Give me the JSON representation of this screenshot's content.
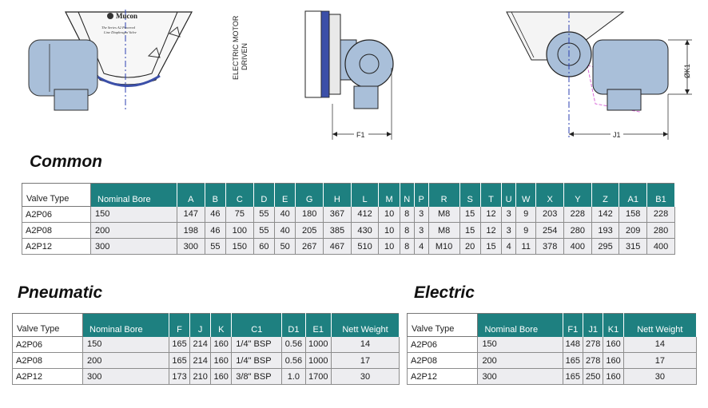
{
  "drawings": {
    "logo_name": "Mucon",
    "logo_tagline": "The Series A2 Powered Line Diaphragm Valve",
    "motor_label": [
      "ELECTRIC MOTOR",
      "DRIVEN"
    ],
    "dim_f1": "F1",
    "dim_j1": "J1",
    "dim_k1": "ØK1"
  },
  "common": {
    "title": "Common",
    "headers": [
      "Valve Type",
      "Nominal Bore",
      "A",
      "B",
      "C",
      "D",
      "E",
      "G",
      "H",
      "L",
      "M",
      "N",
      "P",
      "R",
      "S",
      "T",
      "U",
      "W",
      "X",
      "Y",
      "Z",
      "A1",
      "B1"
    ],
    "rows": [
      [
        "A2P06",
        "150",
        "147",
        "46",
        "75",
        "55",
        "40",
        "180",
        "367",
        "412",
        "10",
        "8",
        "3",
        "M8",
        "15",
        "12",
        "3",
        "9",
        "203",
        "228",
        "142",
        "158",
        "228"
      ],
      [
        "A2P08",
        "200",
        "198",
        "46",
        "100",
        "55",
        "40",
        "205",
        "385",
        "430",
        "10",
        "8",
        "3",
        "M8",
        "15",
        "12",
        "3",
        "9",
        "254",
        "280",
        "193",
        "209",
        "280"
      ],
      [
        "A2P12",
        "300",
        "300",
        "55",
        "150",
        "60",
        "50",
        "267",
        "467",
        "510",
        "10",
        "8",
        "4",
        "M10",
        "20",
        "15",
        "4",
        "11",
        "378",
        "400",
        "295",
        "315",
        "400"
      ]
    ]
  },
  "pneumatic": {
    "title": "Pneumatic",
    "headers": [
      "Valve Type",
      "Nominal Bore",
      "F",
      "J",
      "K",
      "C1",
      "D1",
      "E1",
      "Nett Weight"
    ],
    "rows": [
      [
        "A2P06",
        "150",
        "165",
        "214",
        "160",
        "1/4\" BSP",
        "0.56",
        "1000",
        "14"
      ],
      [
        "A2P08",
        "200",
        "165",
        "214",
        "160",
        "1/4\" BSP",
        "0.56",
        "1000",
        "17"
      ],
      [
        "A2P12",
        "300",
        "173",
        "210",
        "160",
        "3/8\" BSP",
        "1.0",
        "1700",
        "30"
      ]
    ]
  },
  "electric": {
    "title": "Electric",
    "headers": [
      "Valve Type",
      "Nominal Bore",
      "F1",
      "J1",
      "K1",
      "Nett Weight"
    ],
    "rows": [
      [
        "A2P06",
        "150",
        "148",
        "278",
        "160",
        "14"
      ],
      [
        "A2P08",
        "200",
        "165",
        "278",
        "160",
        "17"
      ],
      [
        "A2P12",
        "300",
        "165",
        "250",
        "160",
        "30"
      ]
    ]
  }
}
